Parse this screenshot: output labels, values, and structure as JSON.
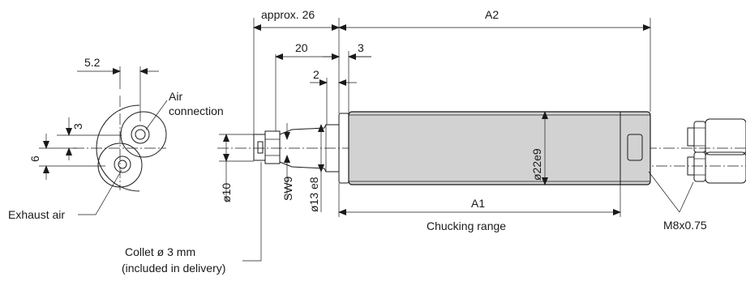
{
  "labels": {
    "approx_26": "approx. 26",
    "a2": "A2",
    "dim_20": "20",
    "dim_3_top": "3",
    "dim_2": "2",
    "dim_5_2": "5.2",
    "air_connection_line1": "Air",
    "air_connection_line2": "connection",
    "dim_3_left": "3",
    "dim_6": "6",
    "exhaust_air": "Exhaust air",
    "d10": "ø10",
    "sw9": "SW9",
    "d13e8": "ø13 e8",
    "d22e9": "ø22e9",
    "a1": "A1",
    "chucking_range": "Chucking range",
    "m8": "M8x0.75",
    "collet_line1": "Collet ø 3 mm",
    "collet_line2": "(included in delivery)"
  },
  "colors": {
    "line": "#1a1a1a",
    "body_fill": "#d2d2d2",
    "background": "#ffffff"
  }
}
